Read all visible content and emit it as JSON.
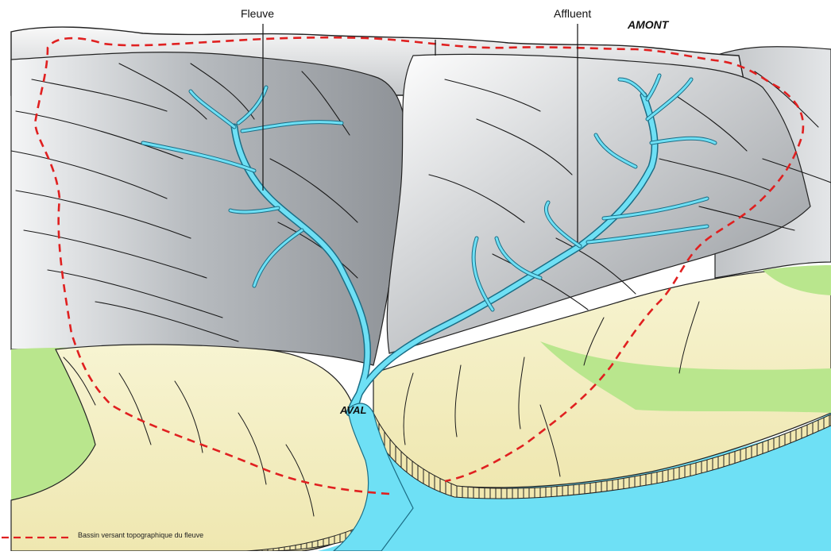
{
  "labels": {
    "fleuve": "Fleuve",
    "affluent": "Affluent",
    "amont": "AMONT",
    "aval": "AVAL"
  },
  "legend": {
    "text": "Bassin versant topographique du fleuve",
    "line_style": "dashed",
    "line_color": "#e02020"
  },
  "colors": {
    "water": "#6ee0f5",
    "river_outline": "#1b6d85",
    "watershed_boundary": "#e02020",
    "mountain_gray": "#9a9ea3",
    "valley_sand": "#f3efc0",
    "vegetation": "#b9e68d"
  }
}
